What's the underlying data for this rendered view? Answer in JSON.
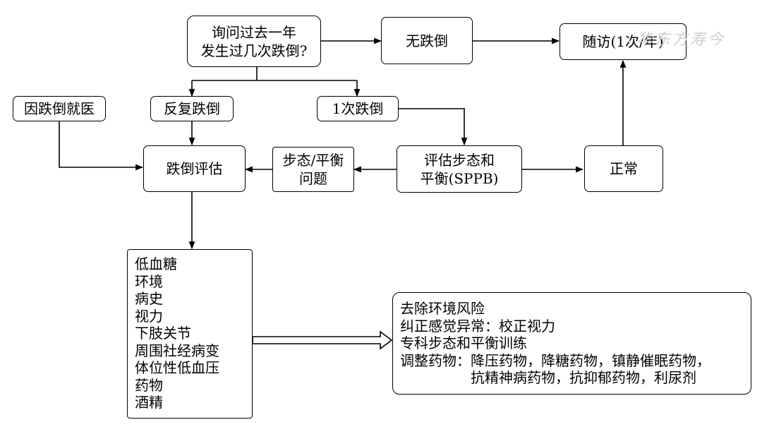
{
  "nodes": {
    "ask": "询问过去一年\n发生过几次跌倒?",
    "no_fall": "无跌倒",
    "follow_up": "随访(1次/年)",
    "medical_visit": "因跌倒就医",
    "repeat_fall": "反复跌倒",
    "one_fall": "1次跌倒",
    "fall_assess": "跌倒评估",
    "gait_problem": "步态/平衡\n问题",
    "sppb": "评估步态和\n平衡(SPPB)",
    "normal": "正常"
  },
  "risk_factors": [
    "低血糖",
    "环境",
    "病史",
    "视力",
    "下肢关节",
    "周围社经病变",
    "体位性低血压",
    "药物",
    "酒精"
  ],
  "interventions": [
    "去除环境风险",
    "纠正感觉异常：校正视力",
    "专科步态和平衡训练",
    "调整药物：降压药物，降糖药物，镇静催眠药物，",
    "　　　　　抗精神病药物，抗抑郁药物，利尿剂"
  ],
  "watermark": "华东方寿今"
}
